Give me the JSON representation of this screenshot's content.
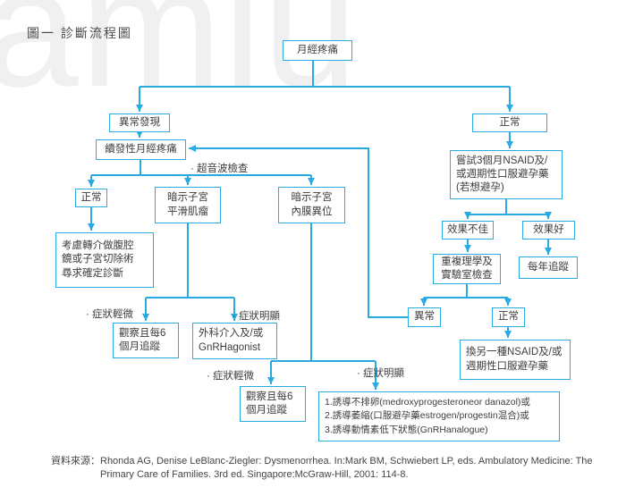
{
  "title": "圖一 診斷流程圖",
  "watermark": "amlu",
  "colors": {
    "accent": "#29abe2",
    "text": "#3c3c3c"
  },
  "nodes": {
    "pain": "月經疼痛",
    "abnormal_finding": "異常發現",
    "secondary_pain": "續發性月經疼痛",
    "normal_top": "正常",
    "try_nsaid": "嘗試3個月NSAID及/\n或週期性口服避孕藥\n(若想避孕)",
    "us_normal": "正常",
    "leiomyoma": "暗示子宮\n平滑肌瘤",
    "endometriosis": "暗示子宮\n內膜異位",
    "consider_referral": "考慮轉介做腹腔\n鏡或子宮切除術\n尋求確定診斷",
    "observe_leiomyoma": "觀察且每6\n個月追蹤",
    "surgery_gnrh": "外科介入及/或\nGnRHagonist",
    "observe_endo": "觀察且每6\n個月追蹤",
    "induction": "1.誘導不排卵(medroxyprogesteroneor danazol)或\n2.誘導萎縮(口服避孕藥estrogen/progestin混合)或\n3.誘導動情素低下狀態(GnRHanalogue)",
    "effect_poor": "效果不佳",
    "effect_good": "效果好",
    "repeat_exam": "重複理學及\n實驗室檢查",
    "annual_follow": "每年追蹤",
    "abnormal_repeat": "異常",
    "normal_repeat": "正常",
    "switch_nsaid": "換另一種NSAID及/或\n週期性口服避孕藥"
  },
  "labels": {
    "ultrasound": "· 超音波檢查",
    "mild_leiomyoma": "· 症狀輕微",
    "obvious_leiomyoma": "· 症狀明顯",
    "mild_endo": "· 症狀輕微",
    "obvious_endo": "· 症狀明顯"
  },
  "citation": {
    "prefix": "資料來源：",
    "line1": "Rhonda AG, Denise LeBlanc-Ziegler: Dysmenorrhea. In:Mark BM, Schwiebert LP, eds. Ambulatory Medicine: The",
    "line2": "Primary Care of Families. 3rd ed. Singapore:McGraw-Hill, 2001: 114-8."
  }
}
